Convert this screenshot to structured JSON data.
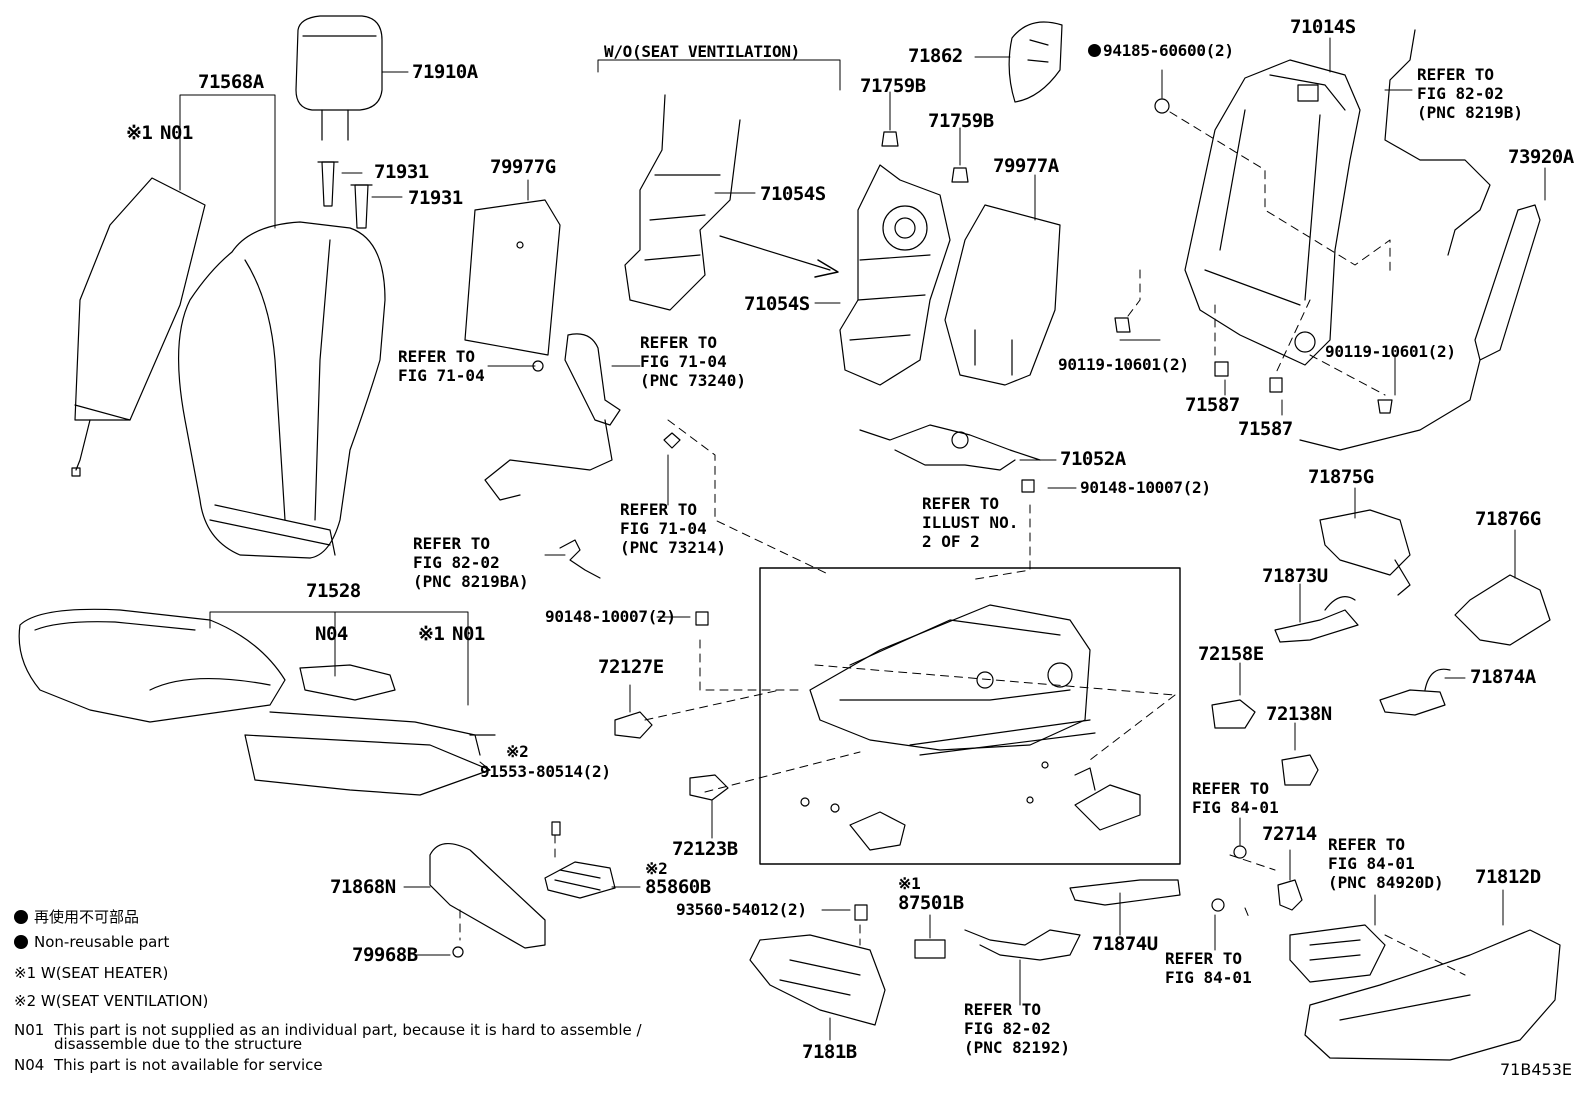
{
  "diagram_id": "71B453E",
  "top_heading": "W/O(SEAT VENTILATION)",
  "parts": {
    "p71568A": "71568A",
    "p71910A": "71910A",
    "p71931a": "71931",
    "p71931b": "71931",
    "p79977G": "79977G",
    "p71054S_top": "71054S",
    "p71054S_mid": "71054S",
    "p71862": "71862",
    "p71759B_a": "71759B",
    "p71759B_b": "71759B",
    "p79977A": "79977A",
    "p94185": "94185-60600(2)",
    "p71014S": "71014S",
    "p73920A": "73920A",
    "p90119_left": "90119-10601(2)",
    "p90119_right": "90119-10601(2)",
    "p71587_a": "71587",
    "p71587_b": "71587",
    "p71052A": "71052A",
    "p90148_top": "90148-10007(2)",
    "p90148_left": "90148-10007(2)",
    "p71875G": "71875G",
    "p71876G": "71876G",
    "p71873U": "71873U",
    "p71874A": "71874A",
    "p72158E": "72158E",
    "p72138N": "72138N",
    "p71528": "71528",
    "p72127E": "72127E",
    "p91553": "91553-80514(2)",
    "p72123B": "72123B",
    "p85860B": "85860B",
    "p71868N": "71868N",
    "p79968B": "79968B",
    "p93560": "93560-54012(2)",
    "p87501B": "87501B",
    "p7181B": "7181B",
    "p71874U": "71874U",
    "p72714": "72714",
    "p71812D": "71812D"
  },
  "marks": {
    "n01_top": "N01",
    "n01_top_prefix": "※1",
    "n01_seat": "N01",
    "n01_seat_prefix": "※1",
    "n04": "N04",
    "star2_91553": "※2",
    "star2_85860": "※2",
    "star1_87501": "※1"
  },
  "refs": {
    "r_fig7104_a": "REFER TO\nFIG 71-04",
    "r_fig7104_b": "REFER TO\nFIG 71-04\n(PNC 73240)",
    "r_fig7104_c": "REFER TO\nFIG 71-04\n(PNC 73214)",
    "r_fig8202_a": "REFER TO\nFIG 82-02\n(PNC 8219B)",
    "r_fig8202_b": "REFER TO\nFIG 82-02\n(PNC 8219BA)",
    "r_illust": "REFER TO\nILLUST NO.\n2 OF 2",
    "r_fig8401_a": "REFER TO\nFIG 84-01",
    "r_fig8401_b": "REFER TO\nFIG 84-01\n(PNC 84920D)",
    "r_fig8401_c": "REFER TO\nFIG 84-01",
    "r_fig8202_c": "REFER TO\nFIG 82-02\n(PNC 82192)"
  },
  "legend": {
    "jp": "再使用不可部品",
    "en": "Non-reusable part",
    "star1": "※1  W(SEAT HEATER)",
    "star2": "※2  W(SEAT VENTILATION)",
    "n01_code": "N01",
    "n01_text": "This part is not supplied as an individual part, because it is hard to assemble /\ndisassemble due to the structure",
    "n04_code": "N04",
    "n04_text": "This part is not available for service"
  }
}
